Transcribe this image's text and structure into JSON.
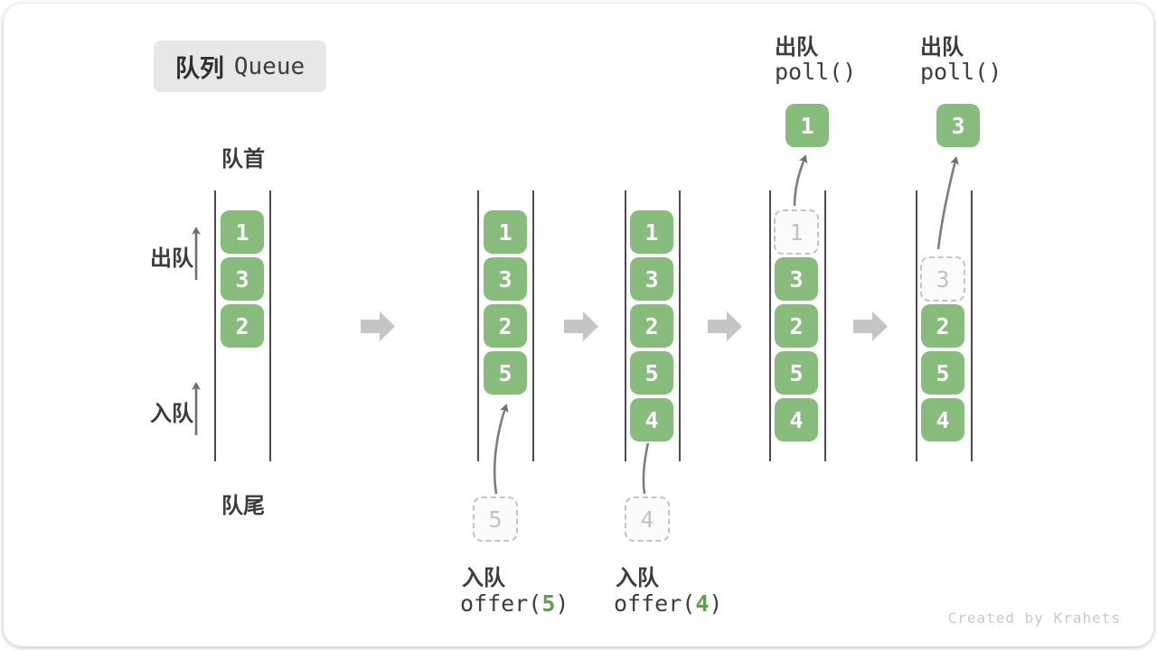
{
  "title": {
    "zh": "队列",
    "en": "Queue"
  },
  "side_labels": {
    "front": "队首",
    "rear": "队尾",
    "dequeue": "出队",
    "enqueue": "入队"
  },
  "states": [
    {
      "cells": [
        "1",
        "3",
        "2"
      ]
    },
    {
      "cells": [
        "1",
        "3",
        "2",
        "5"
      ],
      "incoming": "5",
      "op": {
        "label": "入队",
        "code_pre": "offer(",
        "arg": "5",
        "code_post": ")"
      }
    },
    {
      "cells": [
        "1",
        "3",
        "2",
        "5",
        "4"
      ],
      "incoming": "4",
      "op": {
        "label": "入队",
        "code_pre": "offer(",
        "arg": "4",
        "code_post": ")"
      }
    },
    {
      "cells": [
        "3",
        "2",
        "5",
        "4"
      ],
      "ghost": "1",
      "popped": "1",
      "op": {
        "label": "出队",
        "code": "poll()"
      }
    },
    {
      "cells": [
        "2",
        "5",
        "4"
      ],
      "ghost": "3",
      "popped": "3",
      "op": {
        "label": "出队",
        "code": "poll()"
      }
    }
  ],
  "watermark": "Created by Krahets",
  "colors": {
    "cell_green": "#87bc7d",
    "code_green": "#5ca051",
    "block_arrow_gray": "#c5c5c5",
    "channel_line": "#4c4c4c",
    "curve_arrow_gray": "#7d7d7d"
  }
}
